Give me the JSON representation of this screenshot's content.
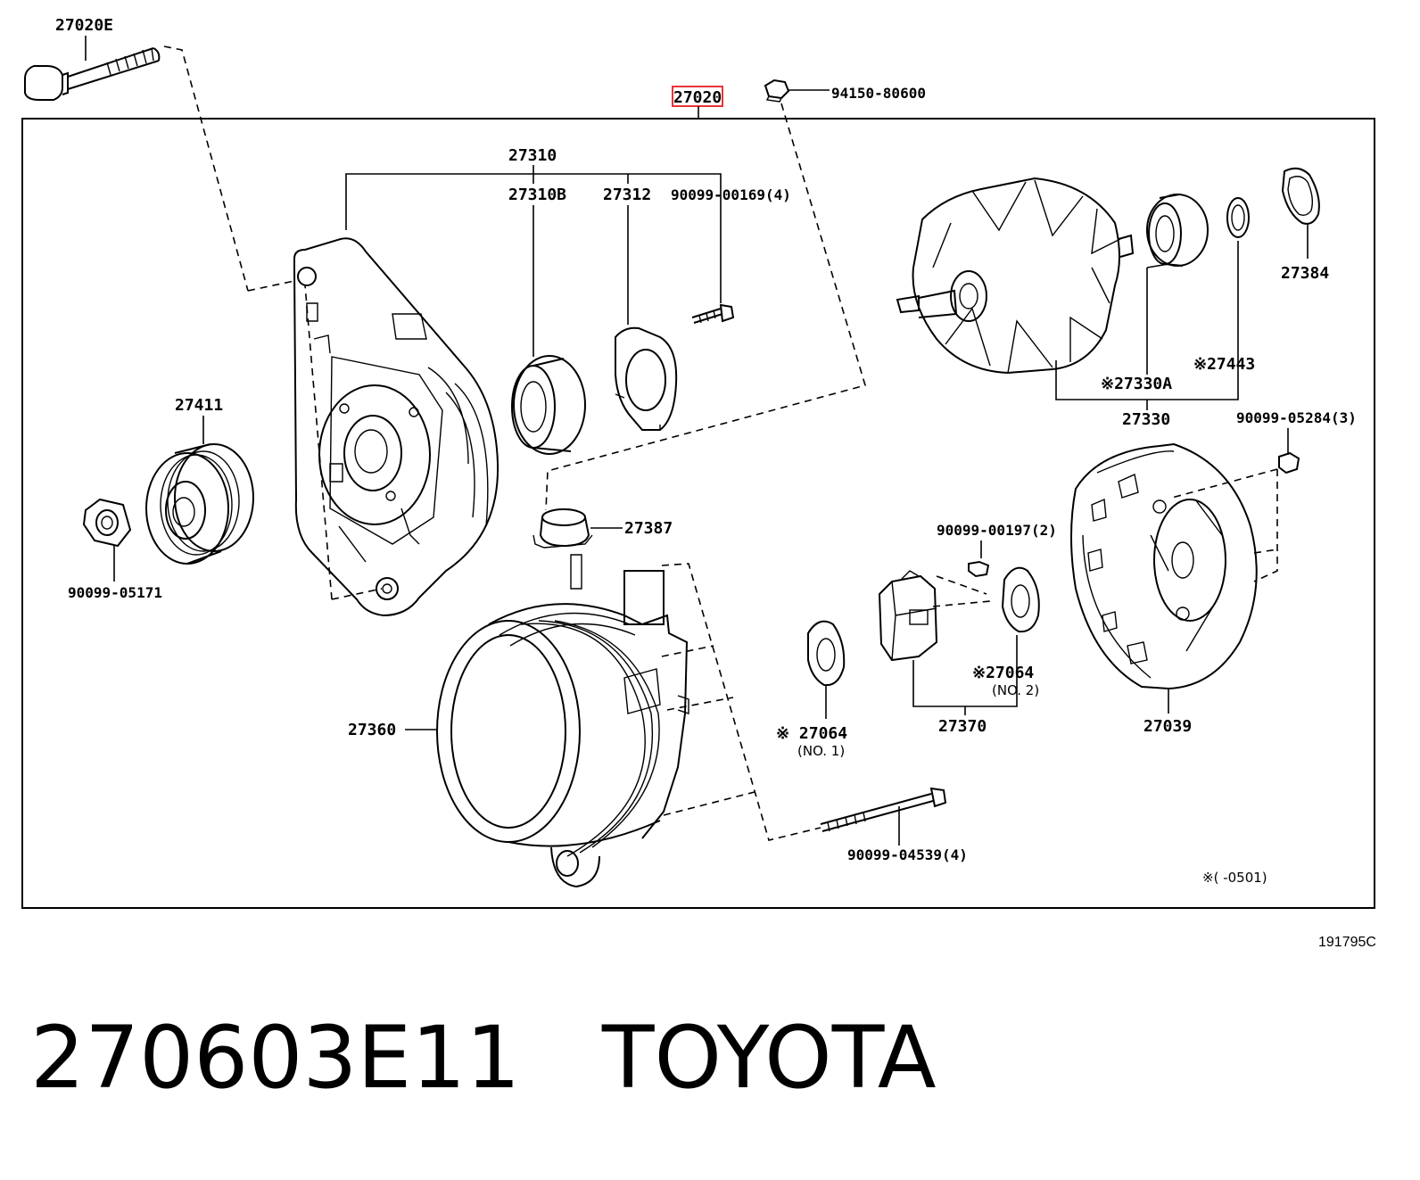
{
  "diagram": {
    "assembly_label": "27020",
    "labels": {
      "bolt_top": "27020E",
      "nut_top": "94150-80600",
      "frame_group": "27310",
      "frame": "27310B",
      "retainer": "27312",
      "screw_retainer": "90099-00169(4)",
      "pulley": "27411",
      "pulley_nut": "90099-05171",
      "cap": "27387",
      "stator": "27360",
      "bearing_rear": "※27330A",
      "washer": "※27443",
      "rotor": "27330",
      "insulator": "27384",
      "nut_cover": "90099-05284(3)",
      "screw_brush": "90099-00197(2)",
      "brush_holder": "27370",
      "seal2": "※27064",
      "seal2_sub": "(NO. 2)",
      "seal1": "※ 27064",
      "seal1_sub": "(NO. 1)",
      "rear_cover": "27039",
      "through_bolt": "90099-04539(4)",
      "date_note": "※(      -0501)"
    },
    "figure_code": "191795C"
  },
  "caption": {
    "part_number": "270603E11",
    "brand": "TOYOTA"
  },
  "colors": {
    "highlight_box": "#e8353a",
    "line": "#000000"
  }
}
